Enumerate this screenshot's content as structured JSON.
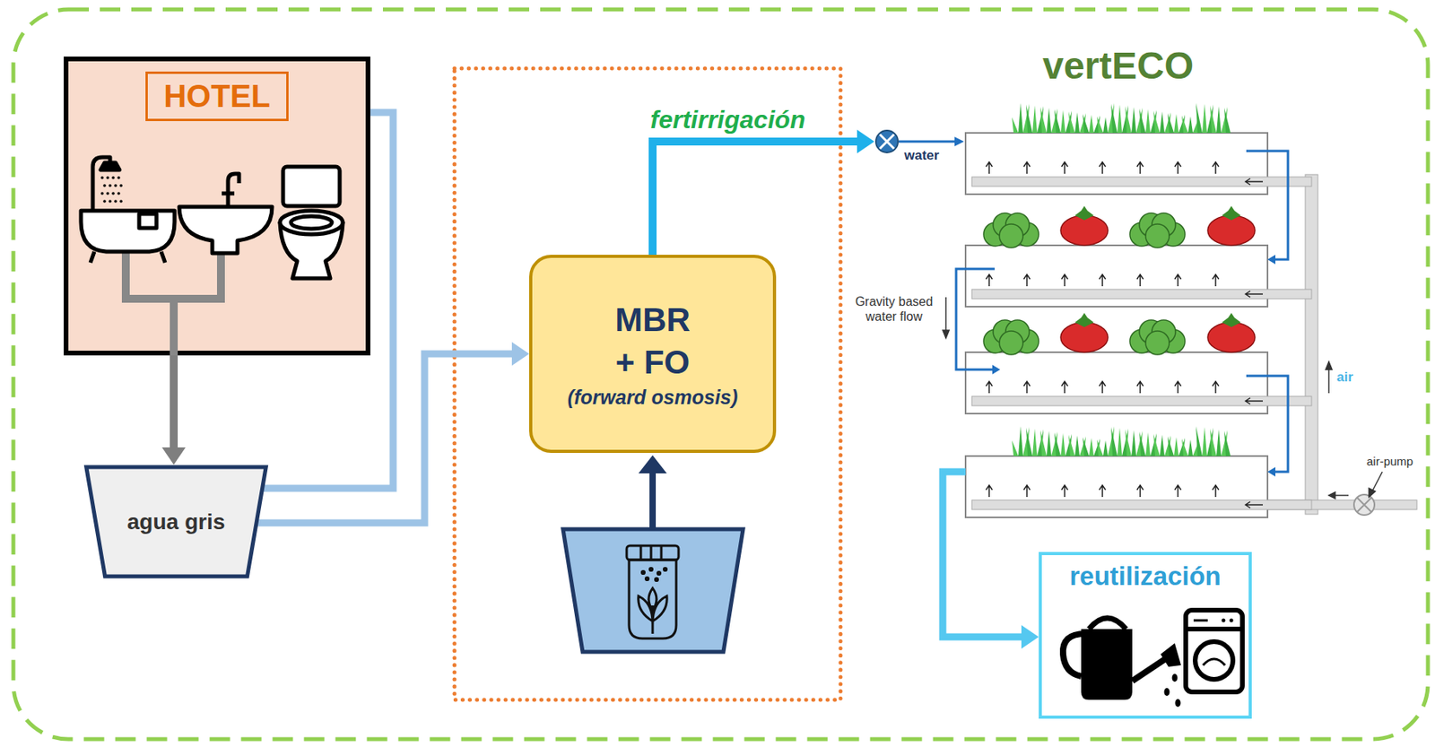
{
  "diagram": {
    "nodes": [
      {
        "text": [
          "HOTEL"
        ]
      },
      {
        "text": [
          "agua gris"
        ]
      },
      {
        "text": [
          "MBR + FO",
          "(forward osmosis)"
        ]
      },
      {
        "text": [
          "vertECO"
        ]
      },
      {
        "text": [
          "reutilización"
        ]
      }
    ],
    "edges": [
      {
        "from": 0,
        "to": 1,
        "arrow": "to"
      },
      {
        "from": 1,
        "to": 0,
        "arrow": "to"
      },
      {
        "from": 1,
        "to": 2,
        "arrow": "to"
      },
      {
        "from": 2,
        "to": 3,
        "label": "fertirrigación",
        "arrow": "to"
      },
      {
        "from": 3,
        "to": 4,
        "arrow": "to"
      }
    ],
    "labels": [
      "water",
      "Gravity based water flow",
      "air",
      "air-pump"
    ]
  }
}
